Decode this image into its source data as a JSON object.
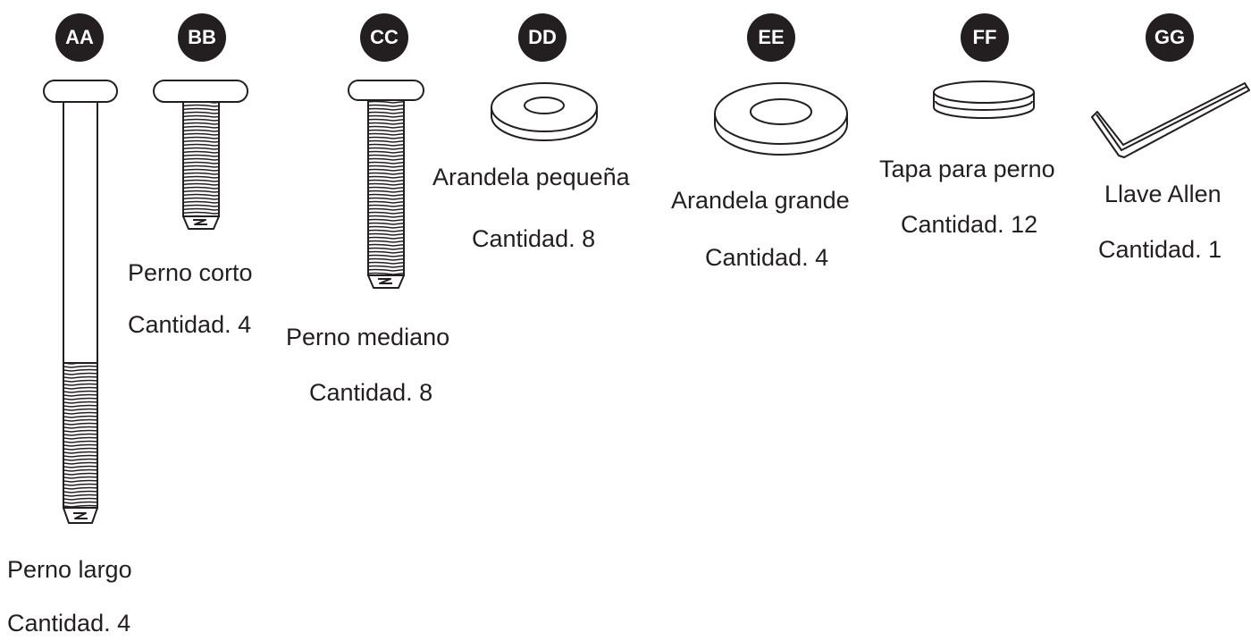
{
  "parts": [
    {
      "id": "AA",
      "name": "Perno largo",
      "qty": "Cantidad. 4"
    },
    {
      "id": "BB",
      "name": "Perno corto",
      "qty": "Cantidad. 4"
    },
    {
      "id": "CC",
      "name": "Perno mediano",
      "qty": "Cantidad. 8"
    },
    {
      "id": "DD",
      "name": "Arandela pequeña",
      "qty": "Cantidad. 8"
    },
    {
      "id": "EE",
      "name": "Arandela grande",
      "qty": "Cantidad. 4"
    },
    {
      "id": "FF",
      "name": "Tapa para perno",
      "qty": "Cantidad. 12"
    },
    {
      "id": "GG",
      "name": "Llave Allen",
      "qty": "Cantidad. 1"
    }
  ]
}
